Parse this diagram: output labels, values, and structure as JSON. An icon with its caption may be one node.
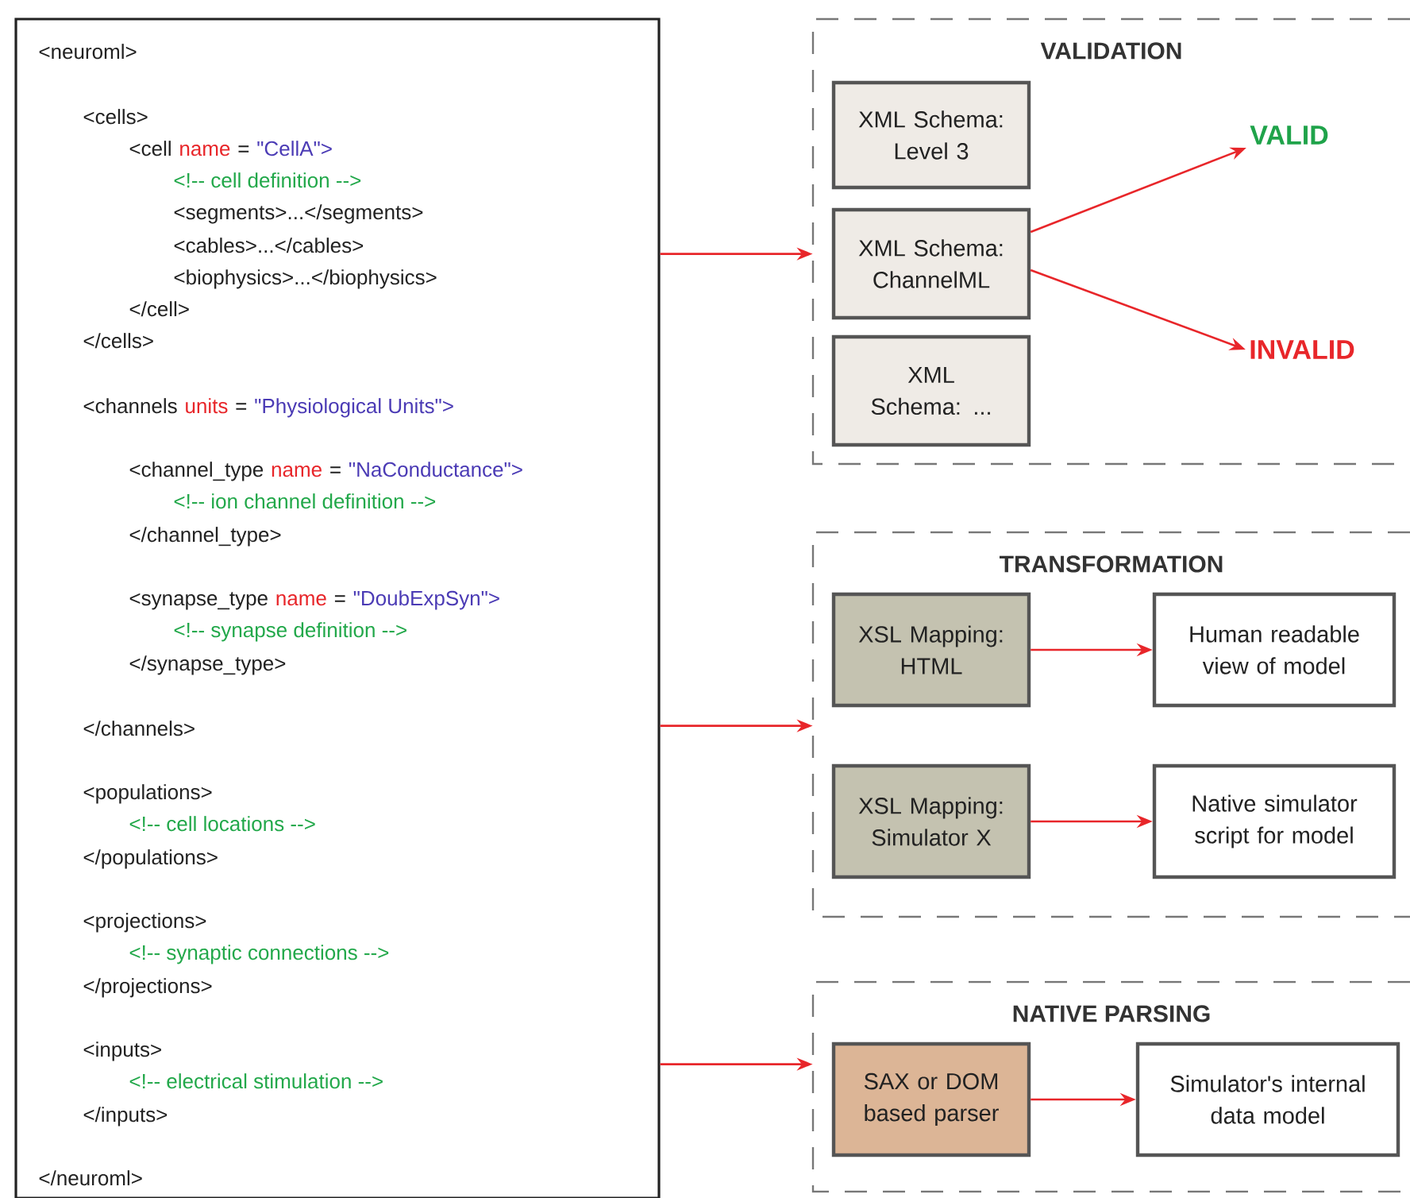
{
  "diagram": {
    "nodes": [
      {
        "text": [
          "<neuroml>",
          "<cells>",
          "<cell",
          "name",
          "=",
          "\"CellA\">",
          "<!-- cell definition -->",
          "<segments>...</segments>",
          "<cables>...</cables>",
          "<biophysics>...</biophysics>",
          "</cell>",
          "</cells>",
          "<channels",
          "units",
          "=",
          "\"Physiological Units\">",
          "<channel_type",
          "name",
          "=",
          "\"NaConductance\">",
          "<!-- ion channel definition -->",
          "</channel_type>",
          "<synapse_type",
          "name",
          "=",
          "\"DoubExpSyn\">",
          "<!-- synapse definition -->",
          "</synapse_type>",
          "</channels>",
          "<populations>",
          "<!-- cell locations -->",
          "</populations>",
          "<projections>",
          "<!-- synaptic connections -->",
          "</projections>",
          "<inputs>",
          "<!-- electrical stimulation -->",
          "</inputs>",
          "</neuroml>"
        ]
      },
      {
        "text": [
          "VALIDATION"
        ]
      },
      {
        "text": [
          "XML Schema: Level 3"
        ],
        "in": 1
      },
      {
        "text": [
          "XML Schema: ChannelML"
        ],
        "in": 1
      },
      {
        "text": [
          "XML Schema: ..."
        ],
        "in": 1
      },
      {
        "text": [
          "VALID"
        ],
        "in": 1
      },
      {
        "text": [
          "INVALID"
        ],
        "in": 1
      },
      {
        "text": [
          "TRANSFORMATION"
        ]
      },
      {
        "text": [
          "XSL Mapping: HTML"
        ],
        "in": 7
      },
      {
        "text": [
          "Human readable view of model"
        ],
        "in": 7
      },
      {
        "text": [
          "XSL Mapping: Simulator X"
        ],
        "in": 7
      },
      {
        "text": [
          "Native simulator script for model"
        ],
        "in": 7
      },
      {
        "text": [
          "NATIVE PARSING"
        ]
      },
      {
        "text": [
          "SAX or DOM based parser"
        ],
        "in": 12
      },
      {
        "text": [
          "Simulator's internal data model"
        ],
        "in": 12
      }
    ],
    "edges": [
      {
        "from": 0,
        "to": 1,
        "arrow": "to"
      },
      {
        "from": 0,
        "to": 7,
        "arrow": "to"
      },
      {
        "from": 0,
        "to": 12,
        "arrow": "to"
      },
      {
        "from": 3,
        "to": 5,
        "arrow": "to"
      },
      {
        "from": 3,
        "to": 6,
        "arrow": "to"
      },
      {
        "from": 8,
        "to": 9,
        "arrow": "to"
      },
      {
        "from": 10,
        "to": 11,
        "arrow": "to"
      },
      {
        "from": 13,
        "to": 14,
        "arrow": "to"
      }
    ]
  }
}
